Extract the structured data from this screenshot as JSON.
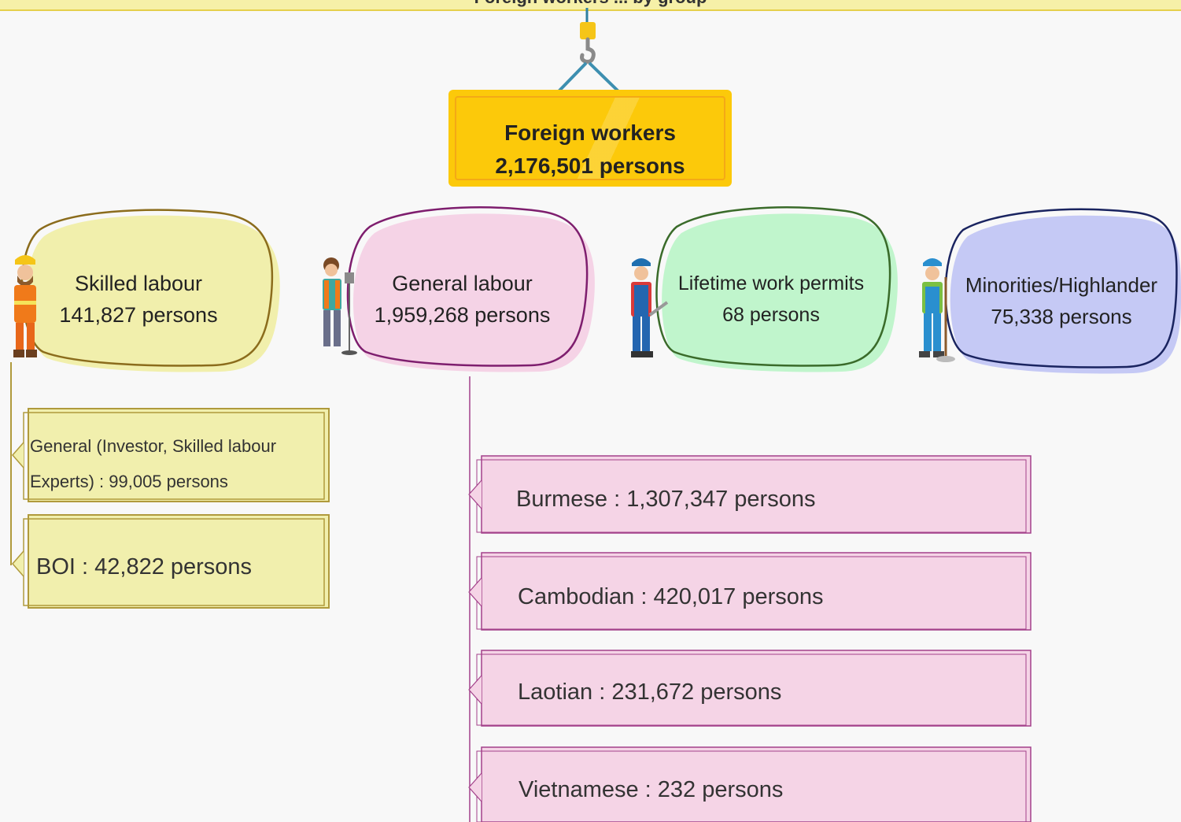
{
  "header": {
    "title": "Foreign workers ... by group"
  },
  "root": {
    "title": "Foreign workers",
    "value": "2,176,501 persons"
  },
  "categories": [
    {
      "title": "Skilled labour",
      "value": "141,827 persons",
      "fill": "#f1efac",
      "stroke": "#8b6c1c",
      "icon": "construction-worker-icon"
    },
    {
      "title": "General labour",
      "value": "1,959,268 persons",
      "fill": "#f5d3e6",
      "stroke": "#7e1e6e",
      "icon": "surveyor-worker-icon"
    },
    {
      "title": "Lifetime work permits",
      "value": "68 persons",
      "fill": "#c0f5cc",
      "stroke": "#3a6b2a",
      "icon": "mechanic-worker-icon"
    },
    {
      "title": "Minorities/Highlander",
      "value": "75,338 persons",
      "fill": "#c5c9f5",
      "stroke": "#1a2460",
      "icon": "cleaner-worker-icon"
    }
  ],
  "skilled_breakdown": [
    {
      "line1": "General (Investor, Skilled labour",
      "line2": "Experts) : 99,005 persons"
    },
    {
      "line1": "BOI : 42,822 persons"
    }
  ],
  "general_breakdown": [
    {
      "label": "Burmese : 1,307,347 persons"
    },
    {
      "label": "Cambodian : 420,017 persons"
    },
    {
      "label": "Laotian : 231,672 persons"
    },
    {
      "label": "Vietnamese : 232 persons"
    }
  ],
  "colors": {
    "root_fill": "#fcc90a",
    "root_border": "#f4a916",
    "skilled_box_fill": "#f1efad",
    "skilled_box_border": "#b09a3c",
    "general_box_fill": "#f5d4e6",
    "general_box_border": "#a3408a"
  }
}
